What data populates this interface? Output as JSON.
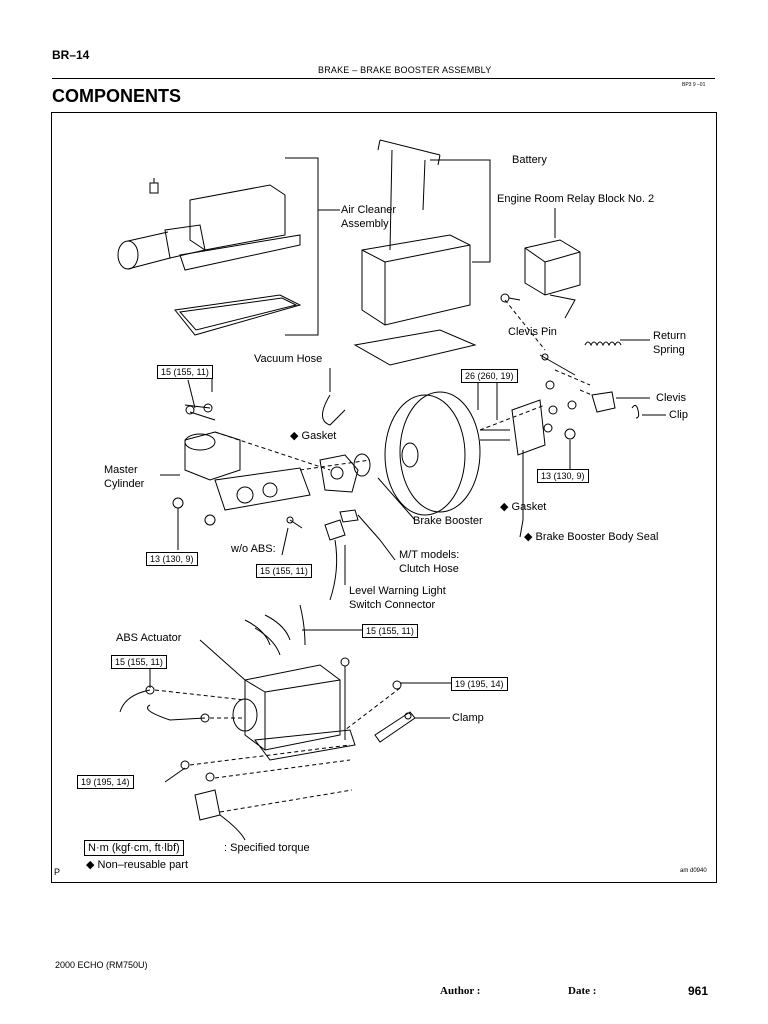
{
  "header": {
    "page_code": "BR–14",
    "section": "BRAKE    –    BRAKE BOOSTER ASSEMBLY",
    "small_code": "BP3 9 –01",
    "title": "COMPONENTS"
  },
  "labels": {
    "battery": "Battery",
    "relay_block": "Engine Room Relay Block No. 2",
    "air_cleaner_1": "Air Cleaner",
    "air_cleaner_2": "Assembly",
    "clevis_pin": "Clevis Pin",
    "return_spring_1": "Return",
    "return_spring_2": "Spring",
    "vacuum_hose": "Vacuum Hose",
    "clevis": "Clevis",
    "clip": "Clip",
    "gasket_1": "◆ Gasket",
    "master_cyl_1": "Master",
    "master_cyl_2": "Cylinder",
    "gasket_2": "◆ Gasket",
    "brake_booster": "Brake Booster",
    "body_seal": "◆ Brake Booster Body Seal",
    "wo_abs": "w/o ABS:",
    "mt_1": "M/T models:",
    "mt_2": "Clutch Hose",
    "level_1": "Level Warning Light",
    "level_2": "Switch Connector",
    "abs_actuator": "ABS Actuator",
    "clamp": "Clamp",
    "p_mark": "P",
    "image_code": "am d0940"
  },
  "torques": {
    "t1": "15 (155, 11)",
    "t2": "26 (260, 19)",
    "t3": "13 (130, 9)",
    "t4": "13 (130, 9)",
    "t5": "15 (155, 11)",
    "t6": "15 (155, 11)",
    "t7": "15 (155, 11)",
    "t8": "19 (195, 14)",
    "t9": "19 (195, 14)"
  },
  "legend": {
    "unit": "N·m (kgf·cm, ft·lbf)",
    "unit_desc": ": Specified torque",
    "nonreusable": "◆ Non–reusable part"
  },
  "footer": {
    "model": "2000 ECHO   (RM750U)",
    "author": "Author :",
    "date": "Date :",
    "page": "961"
  }
}
